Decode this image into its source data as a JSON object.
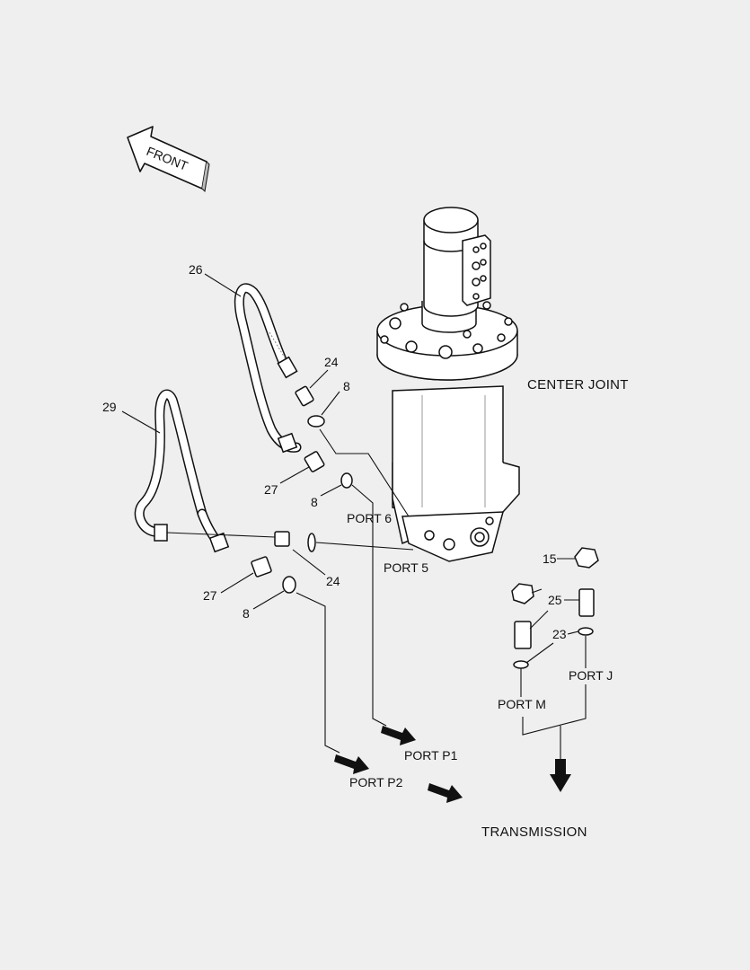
{
  "diagram": {
    "front_label": "FRONT",
    "center_joint_label": "CENTER JOINT",
    "transmission_label": "TRANSMISSION",
    "ports": {
      "port6": "PORT 6",
      "port5": "PORT 5",
      "port_p1": "PORT P1",
      "port_p2": "PORT P2",
      "port_m": "PORT M",
      "port_j": "PORT J"
    },
    "callouts": {
      "c26": "26",
      "c24a": "24",
      "c8a": "8",
      "c29": "29",
      "c27a": "27",
      "c8b": "8",
      "c24b": "24",
      "c27b": "27",
      "c8c": "8",
      "c15": "15",
      "c25": "25",
      "c23": "23"
    }
  }
}
